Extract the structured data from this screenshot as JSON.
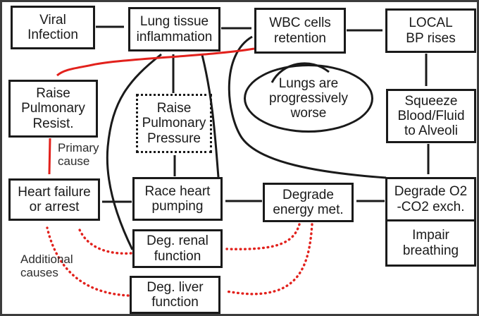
{
  "colors": {
    "ink": "#1a1a1a",
    "red": "#e2211c",
    "frame": "#3c3c3c",
    "paper": "#ffffff"
  },
  "nodes": {
    "viral_infection": "Viral\nInfection",
    "lung_inflammation": "Lung tissue\ninflammation",
    "wbc_retention": "WBC cells\nretention",
    "local_bp": "LOCAL\nBP rises",
    "raise_pulmonary_resist": "Raise\nPulmonary\nResist.",
    "raise_pulmonary_pressure": "Raise\nPulmonary\nPressure",
    "lungs_worse": "Lungs are\nprogressively\nworse",
    "squeeze_blood": "Squeeze\nBlood/Fluid\nto Alveoli",
    "heart_failure": "Heart failure\nor arrest",
    "race_heart": "Race heart\npumping",
    "degrade_energy": "Degrade\nenergy met.",
    "degrade_o2": "Degrade O2\n-CO2 exch.",
    "impair_breathing": "Impair\nbreathing",
    "deg_renal": "Deg. renal\nfunction",
    "deg_liver": "Deg. liver\nfunction"
  },
  "annotations": {
    "primary_cause": "Primary\ncause",
    "additional_causes": "Additional\ncauses"
  },
  "edges": [
    {
      "from": "viral_infection",
      "to": "lung_inflammation",
      "style": "solid",
      "color": "black"
    },
    {
      "from": "lung_inflammation",
      "to": "wbc_retention",
      "style": "solid",
      "color": "black"
    },
    {
      "from": "wbc_retention",
      "to": "local_bp",
      "style": "solid",
      "color": "black"
    },
    {
      "from": "local_bp",
      "to": "squeeze_blood",
      "style": "solid",
      "color": "black"
    },
    {
      "from": "squeeze_blood",
      "to": "degrade_o2",
      "style": "solid",
      "color": "black"
    },
    {
      "from": "degrade_o2",
      "to": "degrade_energy",
      "style": "solid",
      "color": "black"
    },
    {
      "from": "degrade_energy",
      "to": "race_heart",
      "style": "solid",
      "color": "black"
    },
    {
      "from": "race_heart",
      "to": "heart_failure",
      "style": "solid",
      "color": "black"
    },
    {
      "from": "race_heart",
      "to": "raise_pulmonary_pressure",
      "style": "solid",
      "color": "black"
    },
    {
      "from": "raise_pulmonary_pressure",
      "to": "lung_inflammation",
      "style": "solid",
      "color": "black"
    },
    {
      "from": "race_heart",
      "to": "lung_inflammation",
      "style": "solid",
      "color": "black"
    },
    {
      "from": "deg_renal",
      "to": "lung_inflammation",
      "style": "solid",
      "color": "black"
    },
    {
      "from": "degrade_o2",
      "to": "wbc_retention",
      "style": "solid",
      "color": "black"
    },
    {
      "from": "wbc_retention",
      "to": "raise_pulmonary_resist",
      "style": "solid",
      "color": "red"
    },
    {
      "from": "raise_pulmonary_resist",
      "to": "heart_failure",
      "style": "solid",
      "color": "red",
      "label": "Primary cause"
    },
    {
      "from": "degrade_energy",
      "to": "deg_renal",
      "style": "dotted",
      "color": "red"
    },
    {
      "from": "degrade_energy",
      "to": "deg_liver",
      "style": "dotted",
      "color": "red"
    },
    {
      "from": "deg_renal",
      "to": "heart_failure",
      "style": "dotted",
      "color": "red",
      "label": "Additional causes"
    },
    {
      "from": "deg_liver",
      "to": "heart_failure",
      "style": "dotted",
      "color": "red",
      "label": "Additional causes"
    }
  ]
}
